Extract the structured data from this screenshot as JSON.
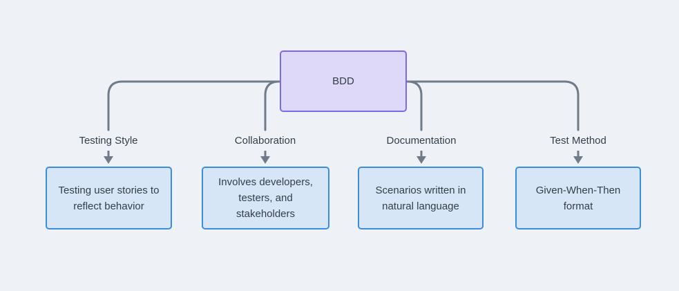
{
  "diagram": {
    "title_node": {
      "label": "BDD"
    },
    "branches": [
      {
        "label": "Testing Style",
        "text": "Testing user stories to reflect behavior"
      },
      {
        "label": "Collaboration",
        "text": "Involves developers, testers, and stakeholders"
      },
      {
        "label": "Documentation",
        "text": "Scenarios written in natural language"
      },
      {
        "label": "Test Method",
        "text": "Given-When-Then format"
      }
    ],
    "colors": {
      "background": "#eef2f6",
      "connector": "#6f7b89",
      "root_fill": "#ded9f8",
      "root_border": "#7e68e8",
      "leaf_fill": "#d6e6f6",
      "leaf_border": "#3a8ddb",
      "text": "#333e48"
    }
  }
}
